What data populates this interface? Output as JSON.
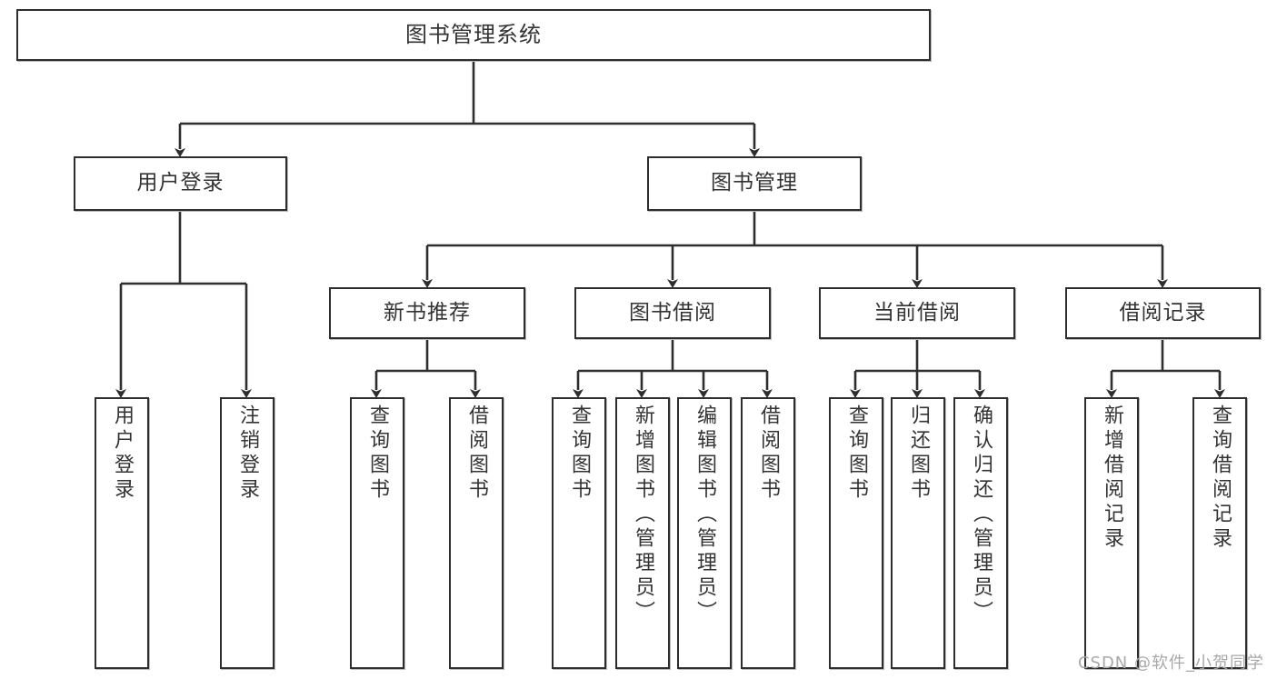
{
  "diagram": {
    "title": "图书管理系统",
    "watermark": "CSDN @软件_小贺同学",
    "line_color": "#2e2e2e",
    "box_fill": "#ffffff",
    "text_color": "#333333",
    "nodes": {
      "root": "图书管理系统",
      "level1": [
        "用户登录",
        "图书管理"
      ],
      "level2": [
        "新书推荐",
        "图书借阅",
        "当前借阅",
        "借阅记录"
      ],
      "leaves": {
        "user_login": [
          "用户登录",
          "注销登录"
        ],
        "new_book_recommend": [
          "查询图书",
          "借阅图书"
        ],
        "book_borrow": [
          "查询图书",
          "新增图书（管理员）",
          "编辑图书（管理员）",
          "借阅图书"
        ],
        "current_borrow": [
          "查询图书",
          "归还图书",
          "确认归还（管理员）"
        ],
        "borrow_record": [
          "新增借阅记录",
          "查询借阅记录"
        ]
      }
    },
    "edges": [
      {
        "from": "图书管理系统",
        "to": "用户登录"
      },
      {
        "from": "图书管理系统",
        "to": "图书管理"
      },
      {
        "from": "图书管理",
        "to": "新书推荐"
      },
      {
        "from": "图书管理",
        "to": "图书借阅"
      },
      {
        "from": "图书管理",
        "to": "当前借阅"
      },
      {
        "from": "图书管理",
        "to": "借阅记录"
      },
      {
        "from": "用户登录",
        "to": "用户登录"
      },
      {
        "from": "用户登录",
        "to": "注销登录"
      },
      {
        "from": "新书推荐",
        "to": "查询图书"
      },
      {
        "from": "新书推荐",
        "to": "借阅图书"
      },
      {
        "from": "图书借阅",
        "to": "查询图书"
      },
      {
        "from": "图书借阅",
        "to": "新增图书（管理员）"
      },
      {
        "from": "图书借阅",
        "to": "编辑图书（管理员）"
      },
      {
        "from": "图书借阅",
        "to": "借阅图书"
      },
      {
        "from": "当前借阅",
        "to": "查询图书"
      },
      {
        "from": "当前借阅",
        "to": "归还图书"
      },
      {
        "from": "当前借阅",
        "to": "确认归还（管理员）"
      },
      {
        "from": "借阅记录",
        "to": "新增借阅记录"
      },
      {
        "from": "借阅记录",
        "to": "查询借阅记录"
      }
    ]
  }
}
